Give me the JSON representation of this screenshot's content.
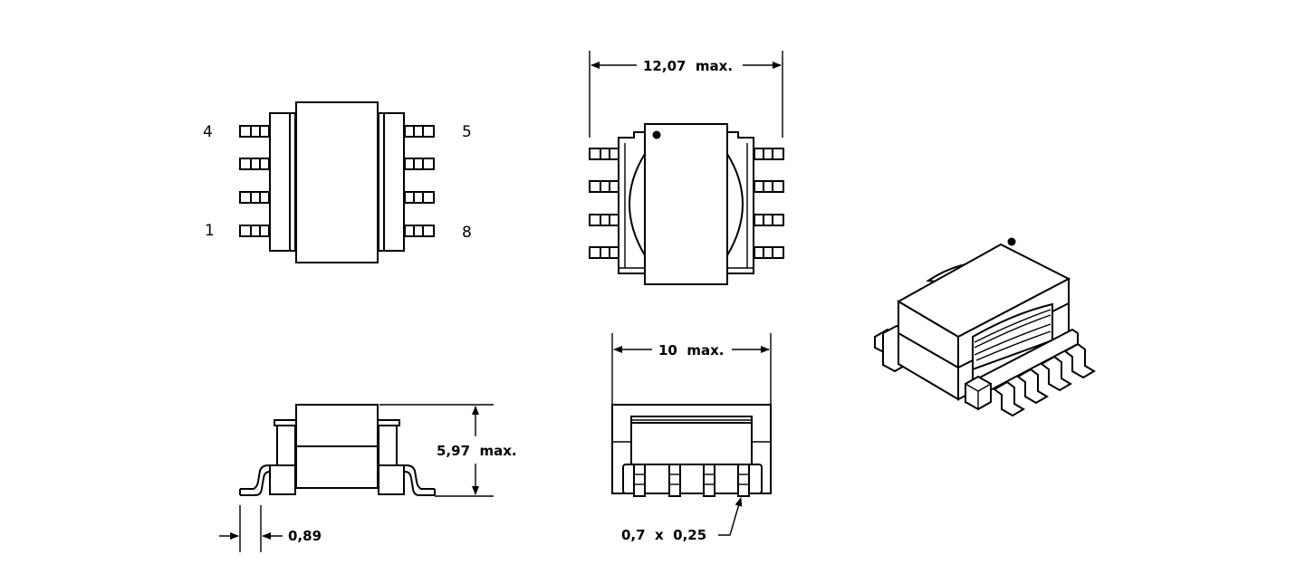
{
  "pin_labels": {
    "pin_4": "4",
    "pin_5": "5",
    "pin_1": "1",
    "pin_8": "8"
  },
  "dimensions": {
    "width": "12,07  max.",
    "depth": "10  max.",
    "height": "5,97  max.",
    "lead_pitch": "0,89",
    "lead_section": "0,7  x  0,25"
  }
}
